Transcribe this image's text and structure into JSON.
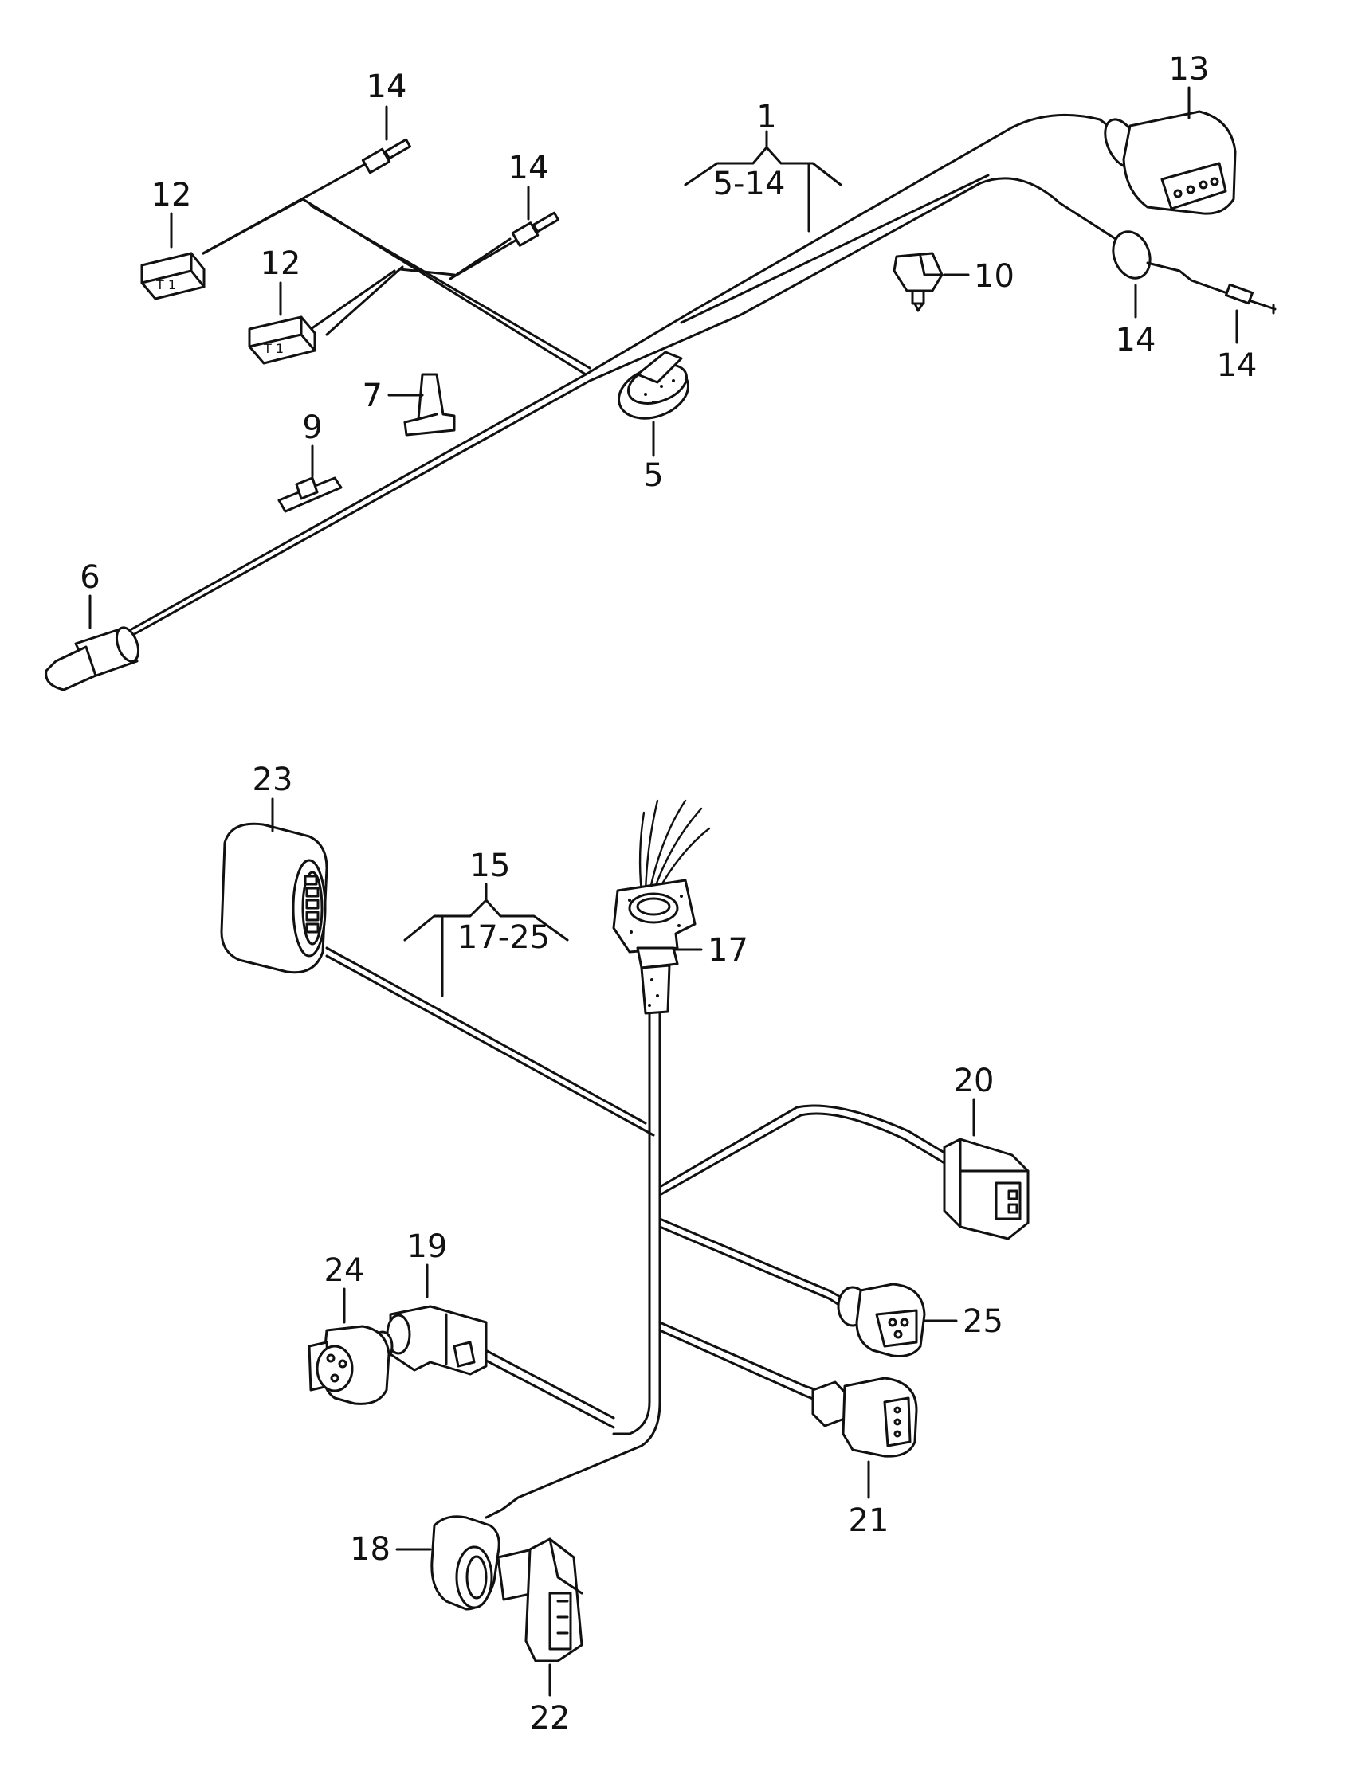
{
  "callouts": {
    "c1": "1",
    "c1_range": "5-14",
    "c5": "5",
    "c6": "6",
    "c7": "7",
    "c9": "9",
    "c10": "10",
    "c12a": "12",
    "c12b": "12",
    "c13": "13",
    "c14a": "14",
    "c14b": "14",
    "c14c": "14",
    "c14d": "14",
    "c15": "15",
    "c15_range": "17-25",
    "c17": "17",
    "c18": "18",
    "c19": "19",
    "c20": "20",
    "c21": "21",
    "c22": "22",
    "c23": "23",
    "c24": "24",
    "c25": "25"
  },
  "colors": {
    "line": "#111111",
    "background": "#ffffff"
  },
  "icons": [
    "connector-icon",
    "sensor-icon",
    "grommet-icon",
    "clip-icon",
    "plug-icon"
  ]
}
